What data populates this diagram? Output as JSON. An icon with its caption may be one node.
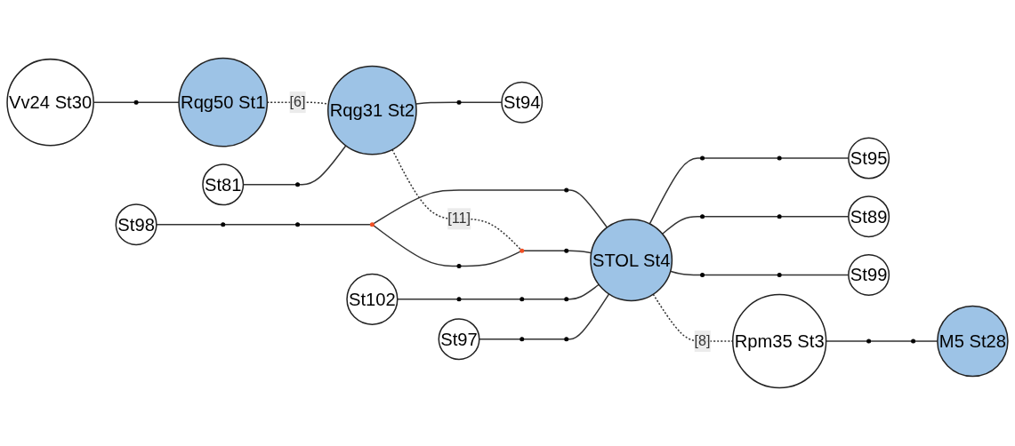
{
  "diagram": {
    "nodes": [
      {
        "text": [
          "Vv24 St30"
        ]
      },
      {
        "text": [
          "Rqg50 St1"
        ]
      },
      {
        "text": [
          "St81"
        ]
      },
      {
        "text": [
          "Rqg31 St2"
        ]
      },
      {
        "text": [
          "St94"
        ]
      },
      {
        "text": [
          "St98"
        ]
      },
      {
        "text": [
          "St102"
        ]
      },
      {
        "text": [
          "St97"
        ]
      },
      {
        "text": [
          "STOL St4"
        ]
      },
      {
        "text": [
          "St95"
        ]
      },
      {
        "text": [
          "St89"
        ]
      },
      {
        "text": [
          "St99"
        ]
      },
      {
        "text": [
          "Rpm35 St3"
        ]
      },
      {
        "text": [
          "M5 St28"
        ]
      },
      {
        "text": [],
        "shape": "circle"
      },
      {
        "text": [],
        "shape": "circle"
      },
      {
        "text": [],
        "shape": "circle"
      },
      {
        "text": [],
        "shape": "circle"
      },
      {
        "text": [],
        "shape": "circle"
      },
      {
        "text": [],
        "shape": "circle"
      },
      {
        "text": [],
        "shape": "circle"
      },
      {
        "text": [],
        "shape": "circle"
      },
      {
        "text": [],
        "shape": "circle"
      },
      {
        "text": [],
        "shape": "circle"
      },
      {
        "text": [],
        "shape": "circle"
      },
      {
        "text": [],
        "shape": "circle"
      },
      {
        "text": [],
        "shape": "circle"
      },
      {
        "text": [],
        "shape": "circle"
      },
      {
        "text": [],
        "shape": "circle"
      },
      {
        "text": [],
        "shape": "circle"
      },
      {
        "text": [],
        "shape": "circle"
      },
      {
        "text": [],
        "shape": "circle"
      },
      {
        "text": [],
        "shape": "circle"
      },
      {
        "text": [],
        "shape": "circle"
      },
      {
        "text": [],
        "shape": "circle"
      },
      {
        "text": [],
        "shape": "circle"
      },
      {
        "text": [],
        "shape": "circle"
      }
    ],
    "edges": [
      {
        "from": 0,
        "to": 14,
        "arrow": "none"
      },
      {
        "from": 14,
        "to": 1,
        "arrow": "none"
      },
      {
        "from": 1,
        "to": 3,
        "arrow": "none",
        "label": "[6]",
        "style": "dashed"
      },
      {
        "from": 2,
        "to": 15,
        "arrow": "none"
      },
      {
        "from": 15,
        "to": 3,
        "arrow": "none"
      },
      {
        "from": 3,
        "to": 16,
        "arrow": "none"
      },
      {
        "from": 16,
        "to": 4,
        "arrow": "none"
      },
      {
        "from": 3,
        "to": 22,
        "arrow": "none",
        "label": "[11]",
        "style": "dashed"
      },
      {
        "from": 5,
        "to": 17,
        "arrow": "none"
      },
      {
        "from": 17,
        "to": 18,
        "arrow": "none"
      },
      {
        "from": 18,
        "to": 19,
        "arrow": "none"
      },
      {
        "from": 19,
        "to": 20,
        "arrow": "none"
      },
      {
        "from": 20,
        "to": 8,
        "arrow": "none"
      },
      {
        "from": 19,
        "to": 21,
        "arrow": "none"
      },
      {
        "from": 21,
        "to": 22,
        "arrow": "none"
      },
      {
        "from": 22,
        "to": 23,
        "arrow": "none"
      },
      {
        "from": 23,
        "to": 8,
        "arrow": "none"
      },
      {
        "from": 6,
        "to": 24,
        "arrow": "none"
      },
      {
        "from": 24,
        "to": 25,
        "arrow": "none"
      },
      {
        "from": 25,
        "to": 26,
        "arrow": "none"
      },
      {
        "from": 26,
        "to": 8,
        "arrow": "none"
      },
      {
        "from": 7,
        "to": 27,
        "arrow": "none"
      },
      {
        "from": 27,
        "to": 28,
        "arrow": "none"
      },
      {
        "from": 28,
        "to": 8,
        "arrow": "none"
      },
      {
        "from": 8,
        "to": 29,
        "arrow": "none"
      },
      {
        "from": 29,
        "to": 30,
        "arrow": "none"
      },
      {
        "from": 30,
        "to": 9,
        "arrow": "none"
      },
      {
        "from": 8,
        "to": 31,
        "arrow": "none"
      },
      {
        "from": 31,
        "to": 32,
        "arrow": "none"
      },
      {
        "from": 32,
        "to": 10,
        "arrow": "none"
      },
      {
        "from": 8,
        "to": 33,
        "arrow": "none"
      },
      {
        "from": 33,
        "to": 34,
        "arrow": "none"
      },
      {
        "from": 34,
        "to": 11,
        "arrow": "none"
      },
      {
        "from": 8,
        "to": 12,
        "arrow": "none",
        "label": "[8]",
        "style": "dashed"
      },
      {
        "from": 12,
        "to": 35,
        "arrow": "none"
      },
      {
        "from": 35,
        "to": 36,
        "arrow": "none"
      },
      {
        "from": 36,
        "to": 13,
        "arrow": "none"
      }
    ]
  }
}
